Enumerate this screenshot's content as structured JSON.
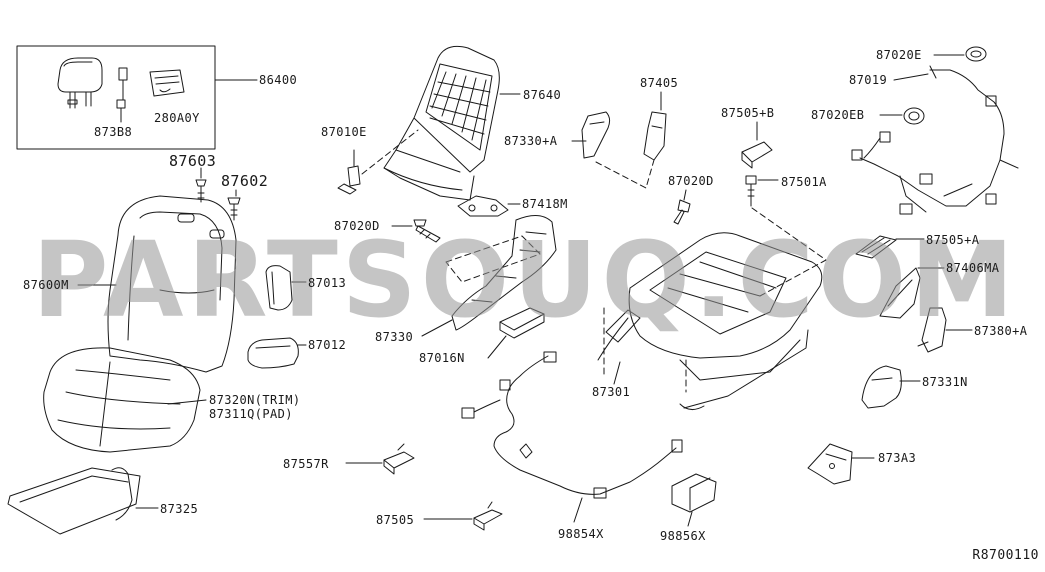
{
  "watermark": "PARTSOUQ.COM",
  "diagram_ref": "R8700110",
  "labels": {
    "p86400": "86400",
    "p873b8": "873B8",
    "p280a0y": "280A0Y",
    "p87603": "87603",
    "p87602": "87602",
    "p87600m": "87600M",
    "p87013": "87013",
    "p87012": "87012",
    "p87320n": "87320N(TRIM)",
    "p87311q": "87311Q(PAD)",
    "p87325": "87325",
    "p87640": "87640",
    "p87010e": "87010E",
    "p87418m": "87418M",
    "p87020d_a": "87020D",
    "p87330": "87330",
    "p87016n": "87016N",
    "p87330a": "87330+A",
    "p87405": "87405",
    "p87020d_b": "87020D",
    "p87505b": "87505+B",
    "p87501a": "87501A",
    "p87301": "87301",
    "p87557r": "87557R",
    "p87505": "87505",
    "p98854x": "98854X",
    "p98856x": "98856X",
    "p87020e": "87020E",
    "p87019": "87019",
    "p87020eb": "87020EB",
    "p87505a": "87505+A",
    "p87406ma": "87406MA",
    "p87380a": "87380+A",
    "p87331n": "87331N",
    "p873a3": "873A3"
  }
}
